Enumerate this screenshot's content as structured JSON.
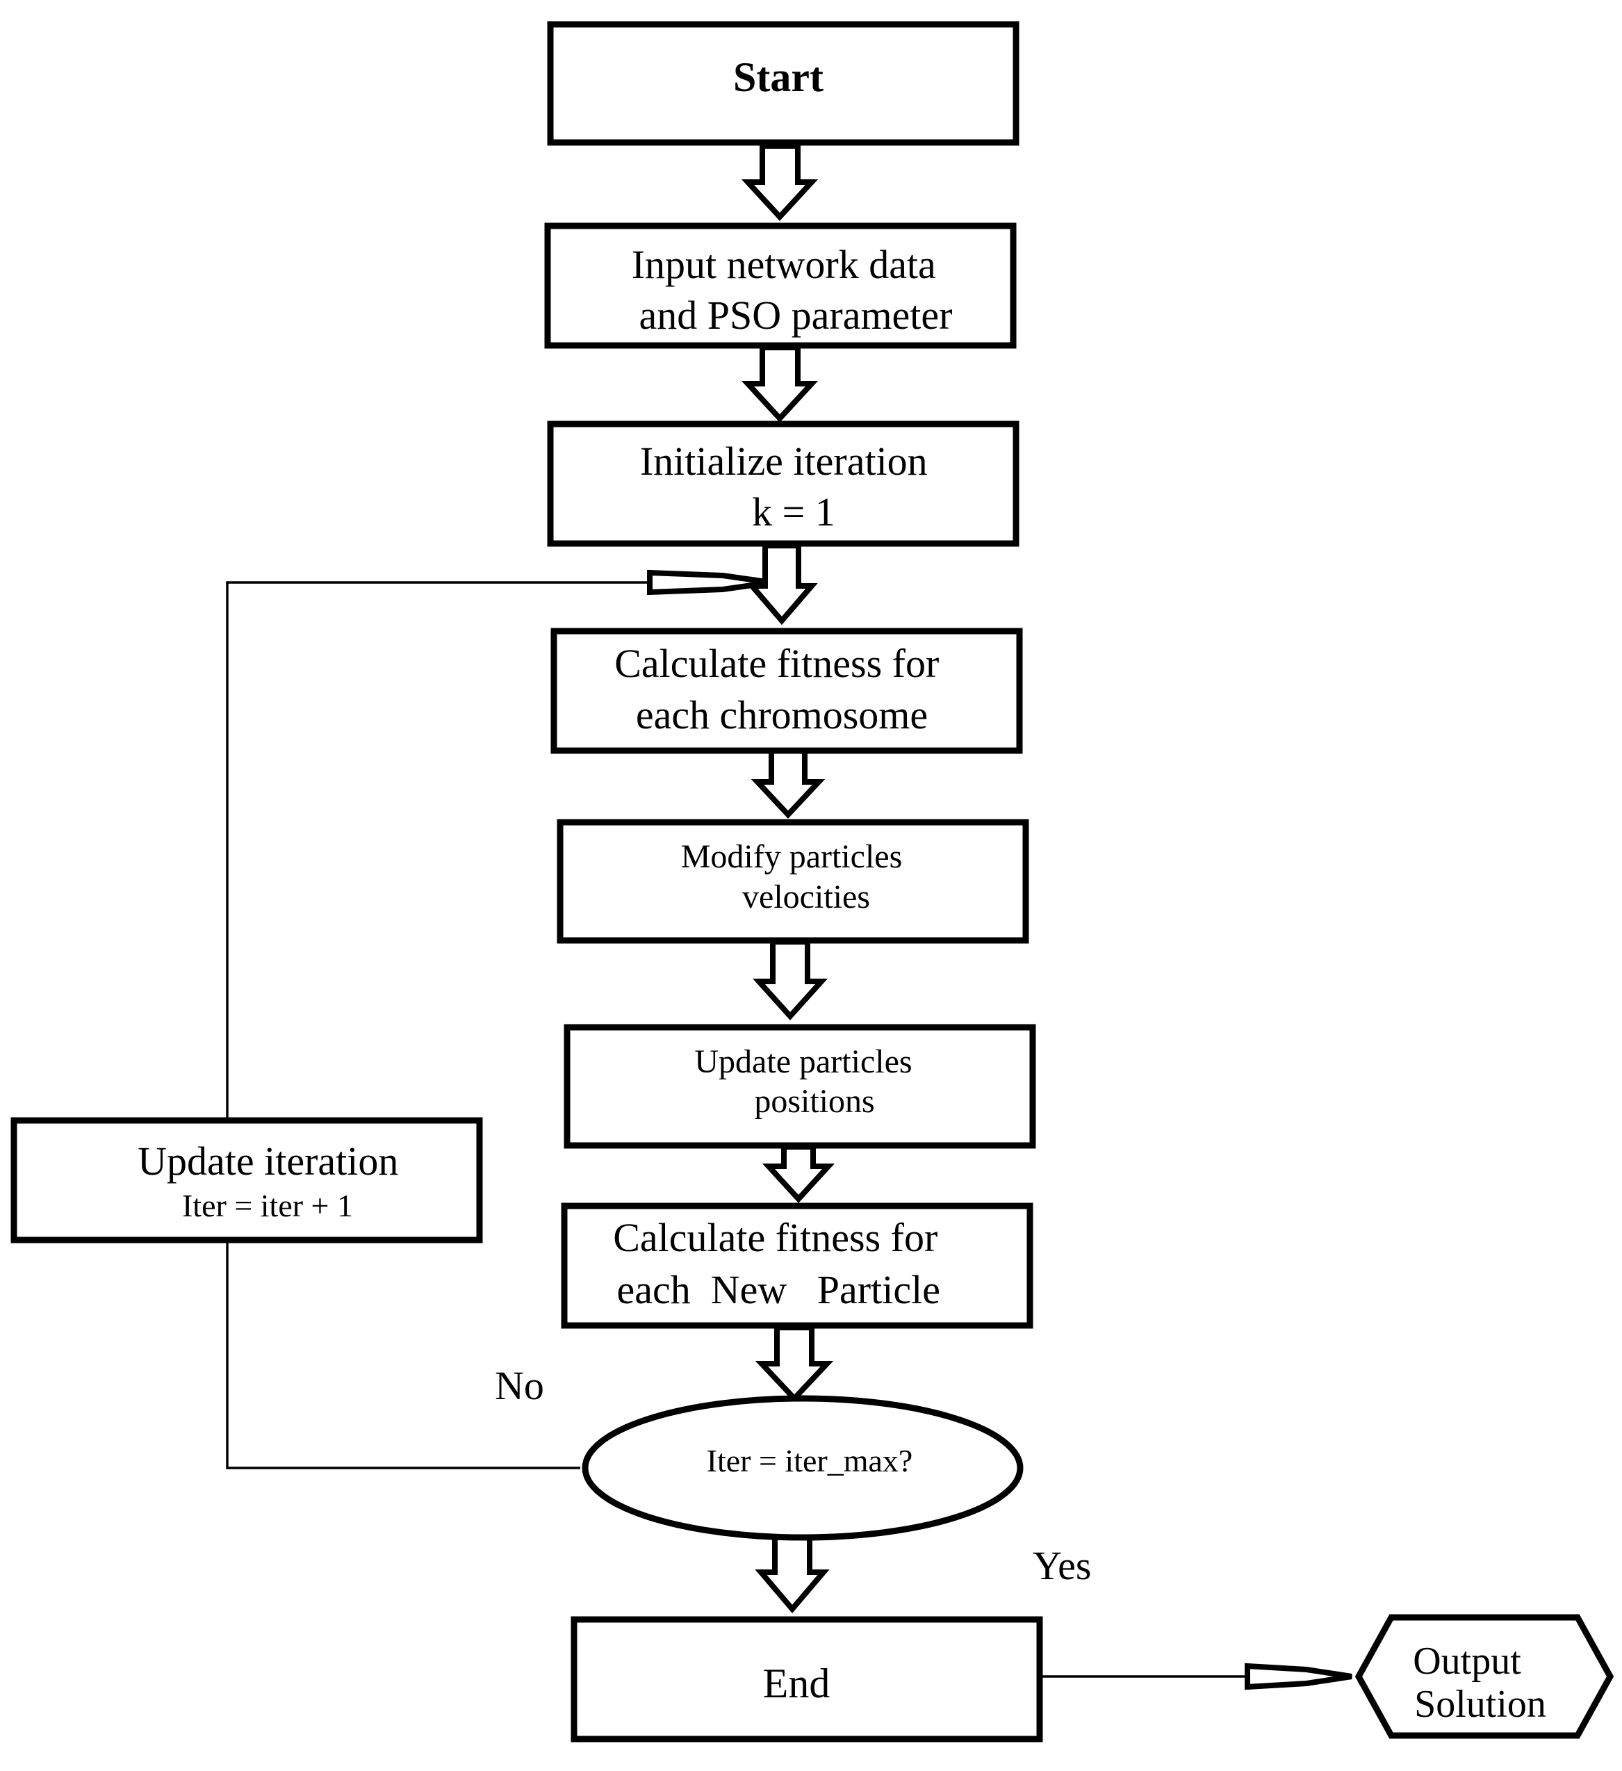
{
  "nodes": {
    "start": {
      "lines": [
        "Start"
      ]
    },
    "input": {
      "lines": [
        "Input network data",
        "and PSO parameter"
      ]
    },
    "init": {
      "lines": [
        "Initialize iteration",
        "k = 1"
      ]
    },
    "calc1": {
      "lines": [
        "Calculate fitness for",
        "each chromosome"
      ]
    },
    "modify": {
      "lines": [
        "Modify particles",
        "velocities"
      ]
    },
    "update_pos": {
      "lines": [
        "Update particles",
        "positions"
      ]
    },
    "calc2": {
      "lines": [
        "Calculate fitness for",
        "each  New   Particle"
      ]
    },
    "decision": {
      "lines": [
        "Iter = iter_max?"
      ]
    },
    "end": {
      "lines": [
        "End"
      ]
    },
    "update_iter": {
      "lines": [
        "Update iteration",
        "Iter = iter + 1"
      ]
    },
    "output": {
      "lines": [
        "Output",
        "Solution"
      ]
    }
  },
  "edge_labels": {
    "no": "No",
    "yes": "Yes"
  }
}
